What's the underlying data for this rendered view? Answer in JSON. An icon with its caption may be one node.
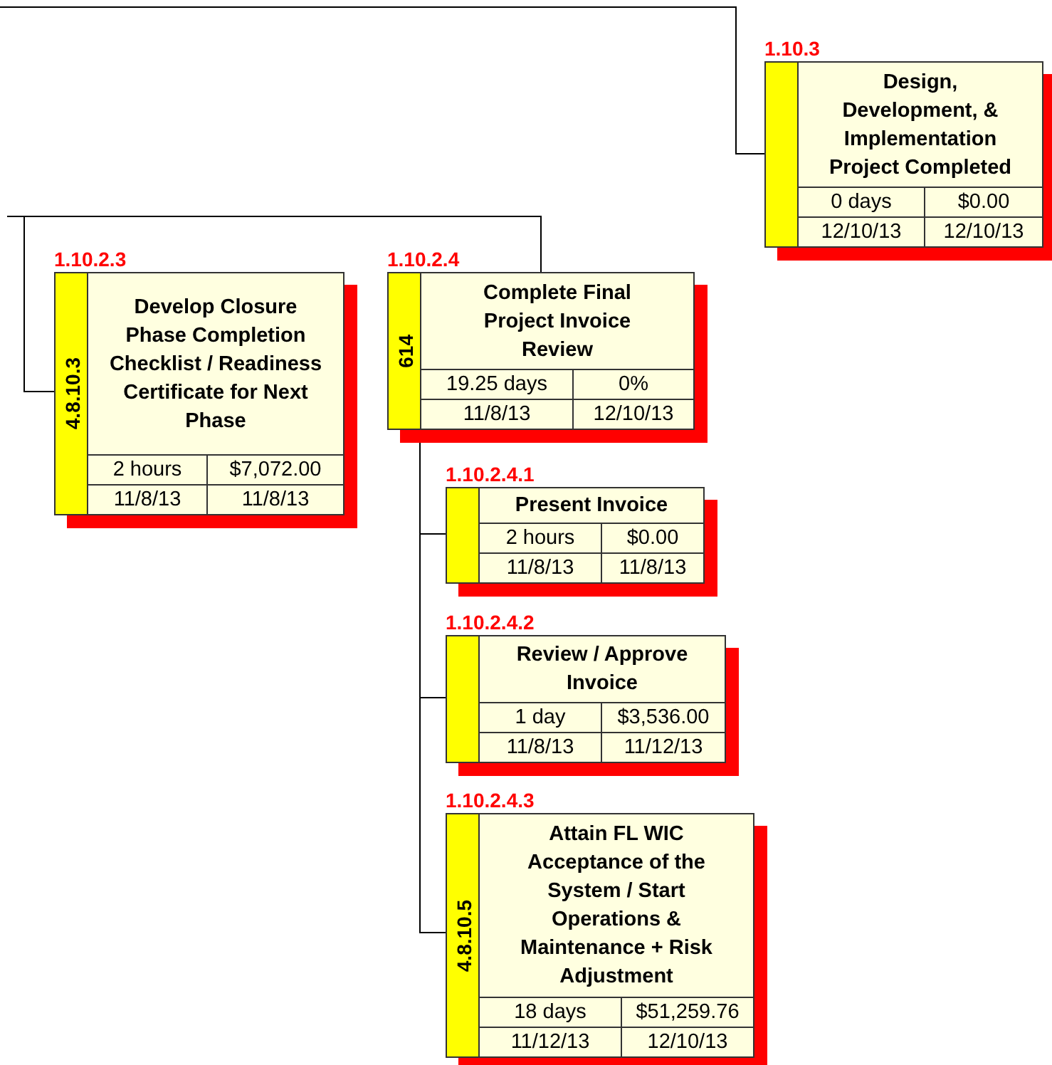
{
  "diagram": {
    "nodes": [
      {
        "text": [
          "1.10.3",
          "Design, Development, & Implementation Project Completed",
          "0 days",
          "$0.00",
          "12/10/13",
          "12/10/13"
        ]
      },
      {
        "text": [
          "1.10.2.3",
          "4.8.10.3",
          "Develop Closure Phase Completion Checklist / Readiness Certificate for Next Phase",
          "2 hours",
          "$7,072.00",
          "11/8/13",
          "11/8/13"
        ]
      },
      {
        "text": [
          "1.10.2.4",
          "614",
          "Complete Final Project Invoice Review",
          "19.25 days",
          "0%",
          "11/8/13",
          "12/10/13"
        ]
      },
      {
        "text": [
          "1.10.2.4.1",
          "Present Invoice",
          "2 hours",
          "$0.00",
          "11/8/13",
          "11/8/13"
        ]
      },
      {
        "text": [
          "1.10.2.4.2",
          "Review / Approve Invoice",
          "1 day",
          "$3,536.00",
          "11/8/13",
          "11/12/13"
        ]
      },
      {
        "text": [
          "1.10.2.4.3",
          "4.8.10.5",
          "Attain FL WIC Acceptance of the System / Start Operations & Maintenance + Risk Adjustment",
          "18 days",
          "$51,259.76",
          "11/12/13",
          "12/10/13"
        ]
      }
    ],
    "edges": [
      {
        "from": null,
        "to": 0,
        "arrow": "none"
      },
      {
        "from": null,
        "to": 1,
        "arrow": "none"
      },
      {
        "from": null,
        "to": 2,
        "arrow": "none"
      },
      {
        "from": 2,
        "to": 3,
        "arrow": "none"
      },
      {
        "from": 2,
        "to": 4,
        "arrow": "none"
      },
      {
        "from": 2,
        "to": 5,
        "arrow": "none"
      }
    ]
  }
}
